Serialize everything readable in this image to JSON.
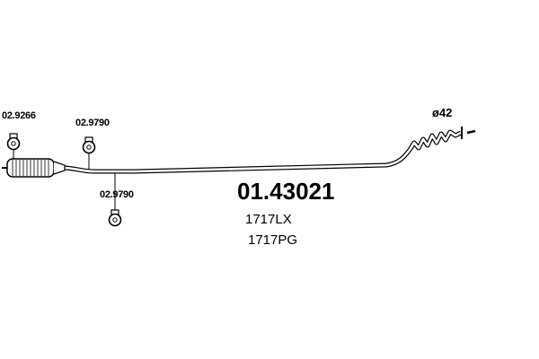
{
  "diagram": {
    "part_number": "01.43021",
    "variants": [
      "1717LX",
      "1717PG"
    ],
    "diameter": "ø42",
    "clamps": [
      {
        "label": "02.9266"
      },
      {
        "label": "02.9790"
      },
      {
        "label": "02.9790"
      }
    ]
  }
}
